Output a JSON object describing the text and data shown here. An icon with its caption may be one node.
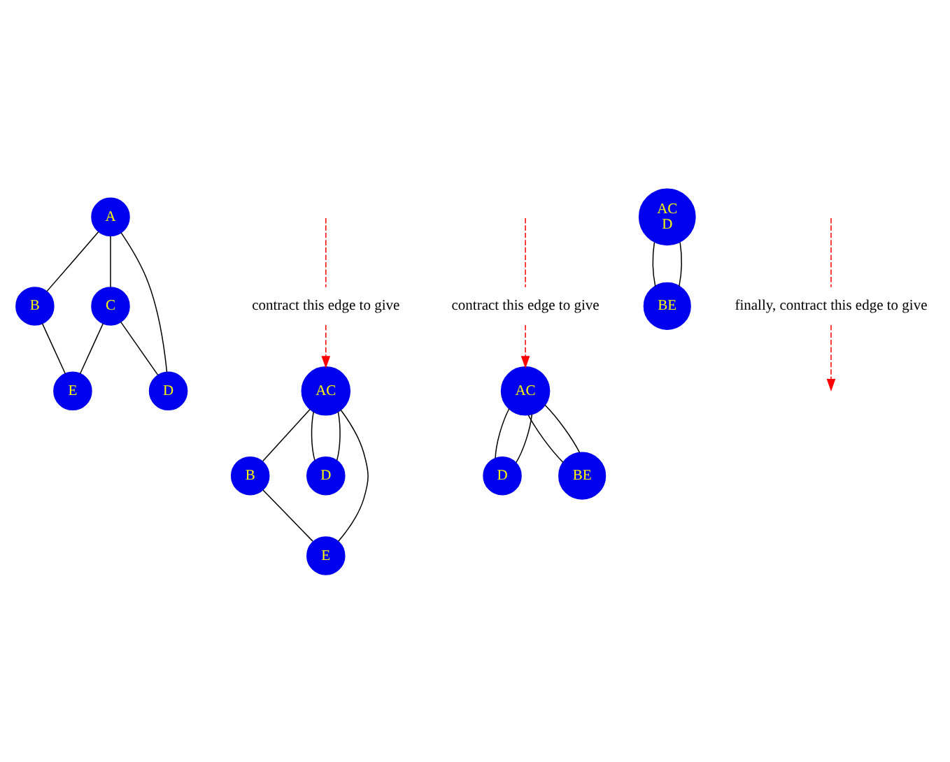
{
  "diagram": {
    "nodes": [
      {
        "text": [
          "A"
        ]
      },
      {
        "text": [
          "B"
        ]
      },
      {
        "text": [
          "C"
        ]
      },
      {
        "text": [
          "D"
        ]
      },
      {
        "text": [
          "E"
        ]
      },
      {
        "text": [
          "AC"
        ]
      },
      {
        "text": [
          "B"
        ]
      },
      {
        "text": [
          "D"
        ]
      },
      {
        "text": [
          "E"
        ]
      },
      {
        "text": [
          "AC"
        ]
      },
      {
        "text": [
          "D"
        ]
      },
      {
        "text": [
          "BE"
        ]
      },
      {
        "text": [
          "AC",
          "D"
        ]
      },
      {
        "text": [
          "BE"
        ]
      },
      {
        "text": [
          "contract this edge to give"
        ]
      },
      {
        "text": [
          "contract this edge to give"
        ]
      },
      {
        "text": [
          "finally, contract this edge to give"
        ]
      }
    ],
    "edges": [
      {
        "from": 0,
        "to": 1,
        "arrow": "none"
      },
      {
        "from": 0,
        "to": 2,
        "arrow": "none"
      },
      {
        "from": 0,
        "to": 3,
        "arrow": "none"
      },
      {
        "from": 1,
        "to": 4,
        "arrow": "none"
      },
      {
        "from": 2,
        "to": 3,
        "arrow": "none"
      },
      {
        "from": 2,
        "to": 4,
        "arrow": "none"
      },
      {
        "from": null,
        "to": 14,
        "arrow": "none",
        "style": "dashed",
        "color": "#ff0000"
      },
      {
        "from": 14,
        "to": 5,
        "arrow": "to",
        "style": "dashed",
        "color": "#ff0000"
      },
      {
        "from": 5,
        "to": 6,
        "arrow": "none"
      },
      {
        "from": 5,
        "to": 8,
        "arrow": "none"
      },
      {
        "from": 6,
        "to": 8,
        "arrow": "none"
      },
      {
        "from": 5,
        "to": 7,
        "arrow": "none"
      },
      {
        "from": 5,
        "to": 7,
        "arrow": "none"
      },
      {
        "from": null,
        "to": 15,
        "arrow": "none",
        "style": "dashed",
        "color": "#ff0000"
      },
      {
        "from": 15,
        "to": 9,
        "arrow": "to",
        "style": "dashed",
        "color": "#ff0000"
      },
      {
        "from": 9,
        "to": 10,
        "arrow": "none"
      },
      {
        "from": 9,
        "to": 10,
        "arrow": "none"
      },
      {
        "from": 9,
        "to": 11,
        "arrow": "none"
      },
      {
        "from": 9,
        "to": 11,
        "arrow": "none"
      },
      {
        "from": null,
        "to": 16,
        "arrow": "none",
        "style": "dashed",
        "color": "#ff0000"
      },
      {
        "from": 16,
        "to": null,
        "arrow": "to",
        "style": "dashed",
        "color": "#ff0000"
      },
      {
        "from": 12,
        "to": 13,
        "arrow": "none"
      },
      {
        "from": 12,
        "to": 13,
        "arrow": "none"
      }
    ]
  }
}
